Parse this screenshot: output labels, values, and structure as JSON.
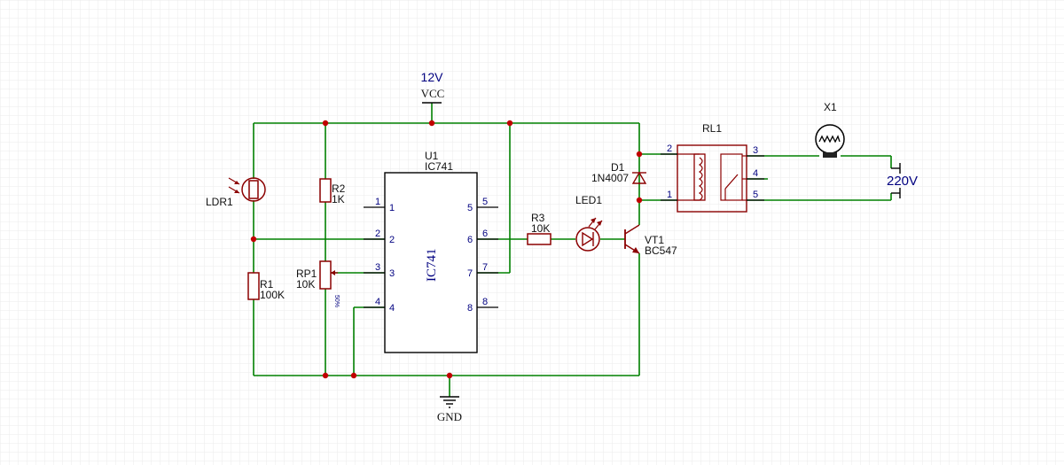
{
  "supply": {
    "voltage": "12V",
    "vcc_label": "VCC",
    "gnd_label": "GND"
  },
  "ldr": {
    "ref": "LDR1"
  },
  "r1": {
    "ref": "R1",
    "value": "100K"
  },
  "r2": {
    "ref": "R2",
    "value": "1K"
  },
  "rp1": {
    "ref": "RP1",
    "value": "10K",
    "setting": "50%"
  },
  "u1": {
    "ref": "U1",
    "part": "IC741",
    "body_label": "IC741",
    "pins": {
      "p1": "1",
      "p2": "2",
      "p3": "3",
      "p4": "4",
      "p5": "5",
      "p6": "6",
      "p7": "7",
      "p8": "8"
    }
  },
  "r3": {
    "ref": "R3",
    "value": "10K"
  },
  "led1": {
    "ref": "LED1"
  },
  "vt1": {
    "ref": "VT1",
    "part": "BC547"
  },
  "d1": {
    "ref": "D1",
    "part": "1N4007"
  },
  "rl1": {
    "ref": "RL1",
    "pins": {
      "p1": "1",
      "p2": "2",
      "p3": "3",
      "p4": "4",
      "p5": "5"
    }
  },
  "x1": {
    "ref": "X1"
  },
  "mains": {
    "label": "220V"
  },
  "colors": {
    "wire": "#008000",
    "component": "#8b0000",
    "junction": "#c00000",
    "text": "#000080",
    "grid": "#e6e6e6"
  }
}
